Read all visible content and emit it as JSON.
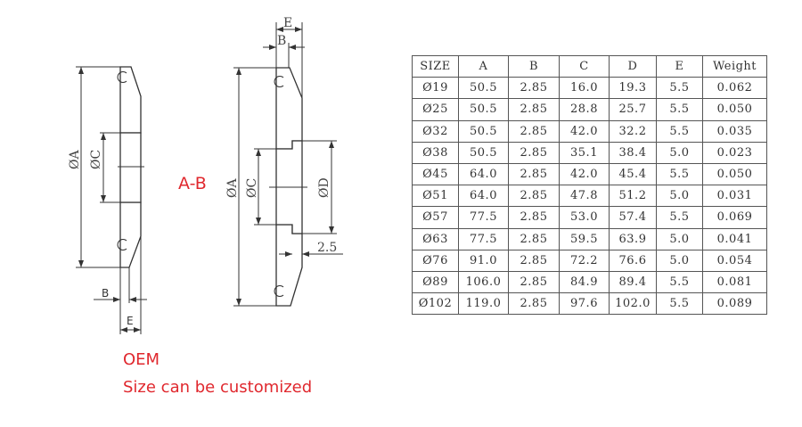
{
  "drawing": {
    "section_label": "A-B",
    "left_view": {
      "dim_A": "ØA",
      "dim_C": "ØC",
      "dim_B": "B",
      "dim_E": "E"
    },
    "right_view": {
      "dim_A": "ØA",
      "dim_C": "ØC",
      "dim_D": "ØD",
      "dim_B": "B",
      "dim_E": "E",
      "dim_recess": "2.5"
    }
  },
  "notes": {
    "line1": "OEM",
    "line2": "Size can be customized"
  },
  "table": {
    "headers": [
      "SIZE",
      "A",
      "B",
      "C",
      "D",
      "E",
      "Weight"
    ],
    "rows": [
      [
        "Ø19",
        "50.5",
        "2.85",
        "16.0",
        "19.3",
        "5.5",
        "0.062"
      ],
      [
        "Ø25",
        "50.5",
        "2.85",
        "28.8",
        "25.7",
        "5.5",
        "0.050"
      ],
      [
        "Ø32",
        "50.5",
        "2.85",
        "42.0",
        "32.2",
        "5.5",
        "0.035"
      ],
      [
        "Ø38",
        "50.5",
        "2.85",
        "35.1",
        "38.4",
        "5.0",
        "0.023"
      ],
      [
        "Ø45",
        "64.0",
        "2.85",
        "42.0",
        "45.4",
        "5.5",
        "0.050"
      ],
      [
        "Ø51",
        "64.0",
        "2.85",
        "47.8",
        "51.2",
        "5.0",
        "0.031"
      ],
      [
        "Ø57",
        "77.5",
        "2.85",
        "53.0",
        "57.4",
        "5.5",
        "0.069"
      ],
      [
        "Ø63",
        "77.5",
        "2.85",
        "59.5",
        "63.9",
        "5.0",
        "0.041"
      ],
      [
        "Ø76",
        "91.0",
        "2.85",
        "72.2",
        "76.6",
        "5.0",
        "0.054"
      ],
      [
        "Ø89",
        "106.0",
        "2.85",
        "84.9",
        "89.4",
        "5.5",
        "0.081"
      ],
      [
        "Ø102",
        "119.0",
        "2.85",
        "97.6",
        "102.0",
        "5.5",
        "0.089"
      ]
    ]
  }
}
